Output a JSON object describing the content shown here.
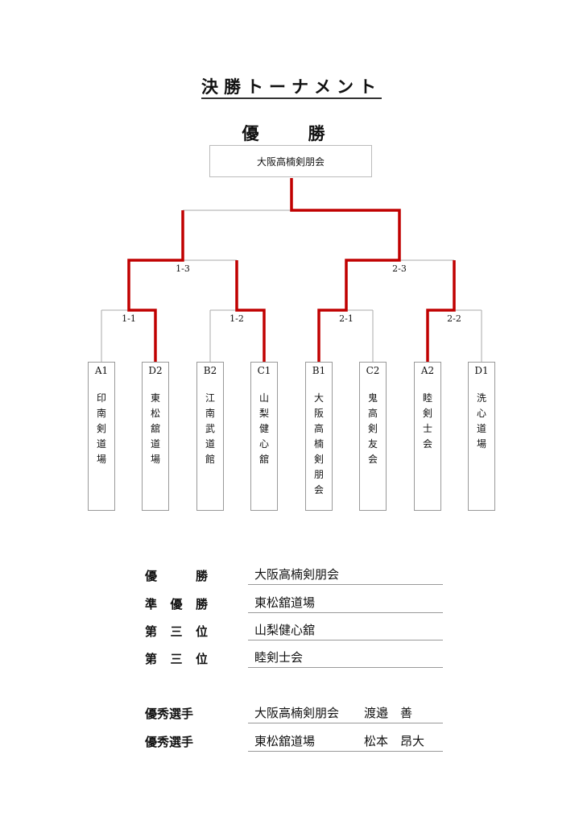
{
  "title": "決勝トーナメント",
  "champion_heading": "優　勝",
  "champion": "大阪高楠剣朋会",
  "accent_color": "#c00000",
  "teams": [
    {
      "seed": "A1",
      "name": "印南剣道場"
    },
    {
      "seed": "D2",
      "name": "東松舘道場"
    },
    {
      "seed": "B2",
      "name": "江南武道館"
    },
    {
      "seed": "C1",
      "name": "山梨健心舘"
    },
    {
      "seed": "B1",
      "name": "大阪高楠剣朋会"
    },
    {
      "seed": "C2",
      "name": "鬼高剣友会"
    },
    {
      "seed": "A2",
      "name": "睦剣士会"
    },
    {
      "seed": "D1",
      "name": "洗心道場"
    }
  ],
  "matches": [
    "1-1",
    "1-2",
    "2-1",
    "2-2",
    "1-3",
    "2-3"
  ],
  "results": [
    {
      "label": [
        "優",
        "勝"
      ],
      "value": "大阪高楠剣朋会"
    },
    {
      "label": [
        "準",
        "優",
        "勝"
      ],
      "value": "東松舘道場"
    },
    {
      "label": [
        "第",
        "三",
        "位"
      ],
      "value": "山梨健心舘"
    },
    {
      "label": [
        "第",
        "三",
        "位"
      ],
      "value": "睦剣士会"
    }
  ],
  "mvp": [
    {
      "label": "優秀選手",
      "team": "大阪高楠剣朋会",
      "player": "渡邉　善"
    },
    {
      "label": "優秀選手",
      "team": "東松舘道場",
      "player": "松本　昂大"
    }
  ]
}
